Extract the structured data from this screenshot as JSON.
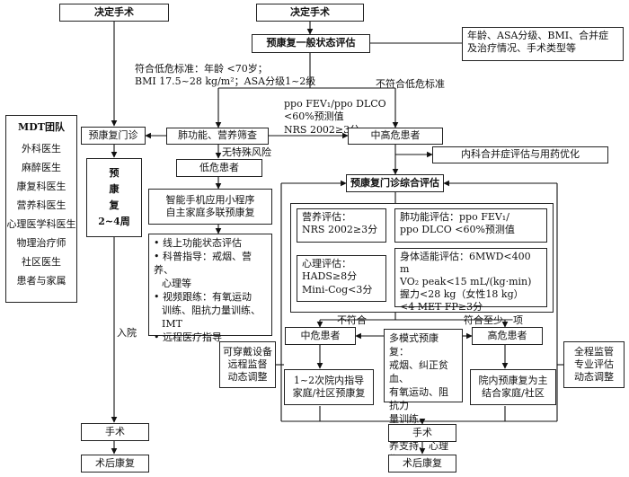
{
  "left_top": "决定手术",
  "right_top": "决定手术",
  "prehab_general": "预康复一般状态评估",
  "general_note": [
    "年龄、ASA分级、BMI、合并症",
    "及治疗情况、手术类型等"
  ],
  "low_criteria": [
    "符合低危标准：年龄 <70岁；",
    "BMI 17.5~28 kg/m²；ASA分级1~2级"
  ],
  "not_low_criteria": "不符合低危标准",
  "ppo_criteria": [
    "ppo FEV₁/ppo DLCO",
    "<60%预测值",
    "NRS 2002≥3分"
  ],
  "lung_nutrition": "肺功能、营养筛查",
  "no_risk": "无特殊风险",
  "low_risk": "低危患者",
  "mid_high_risk": "中高危患者",
  "internal_med": "内科合并症评估与用药优化",
  "prehab_clinic": "预康复门诊",
  "prehab_comprehensive": "预康复门诊综合评估",
  "mdt": {
    "title": "MDT团队",
    "members": [
      "外科医生",
      "麻醉医生",
      "康复科医生",
      "营养科医生",
      "心理医学科医生",
      "物理治疗师",
      "社区医生",
      "患者与家属"
    ]
  },
  "prehab_weeks": [
    "预",
    "康",
    "复",
    "2~4周"
  ],
  "smartphone": [
    "智能手机应用小程序",
    "自主家庭多联预康复"
  ],
  "online_items": [
    "• 线上功能状态评估",
    "• 科普指导：戒烟、营养、",
    "  心理等",
    "• 视频跟练：有氧运动",
    "  训练、阻抗力量训练、",
    "  IMT",
    "• 远程医疗指导"
  ],
  "admission": "入院",
  "nutrition_eval": [
    "营养评估：",
    "NRS 2002≥3分"
  ],
  "lung_eval": [
    "肺功能评估：ppo FEV₁/",
    "ppo DLCO <60%预测值"
  ],
  "psych_eval": [
    "心理评估：",
    "HADS≥8分",
    "Mini-Cog<3分"
  ],
  "fitness_eval": [
    "身体适能评估：6MWD<400 m",
    "VO₂ peak<15 mL/(kg·min)",
    "握力<28 kg（女性18 kg）",
    "<4 MET  FP≥3分"
  ],
  "not_meet": "不符合",
  "meet_one": "符合至少一项",
  "mid_risk": "中危患者",
  "multimodal": [
    "多模式预康复：",
    "戒烟、纠正贫血、",
    "有氧运动、阻抗力",
    "量训练、IMT、营",
    "养支持、心理指导"
  ],
  "high_risk": "高危患者",
  "wearable": [
    "可穿戴设备",
    "远程监督",
    "动态调整"
  ],
  "in_hospital_1": [
    "1~2次院内指导",
    "家庭/社区预康复"
  ],
  "in_hospital_2": [
    "院内预康复为主",
    "结合家庭/社区"
  ],
  "full_supervise": [
    "全程监管",
    "专业评估",
    "动态调整"
  ],
  "surgery_left": "手术",
  "surgery_right": "手术",
  "postop_left": "术后康复",
  "postop_right": "术后康复"
}
